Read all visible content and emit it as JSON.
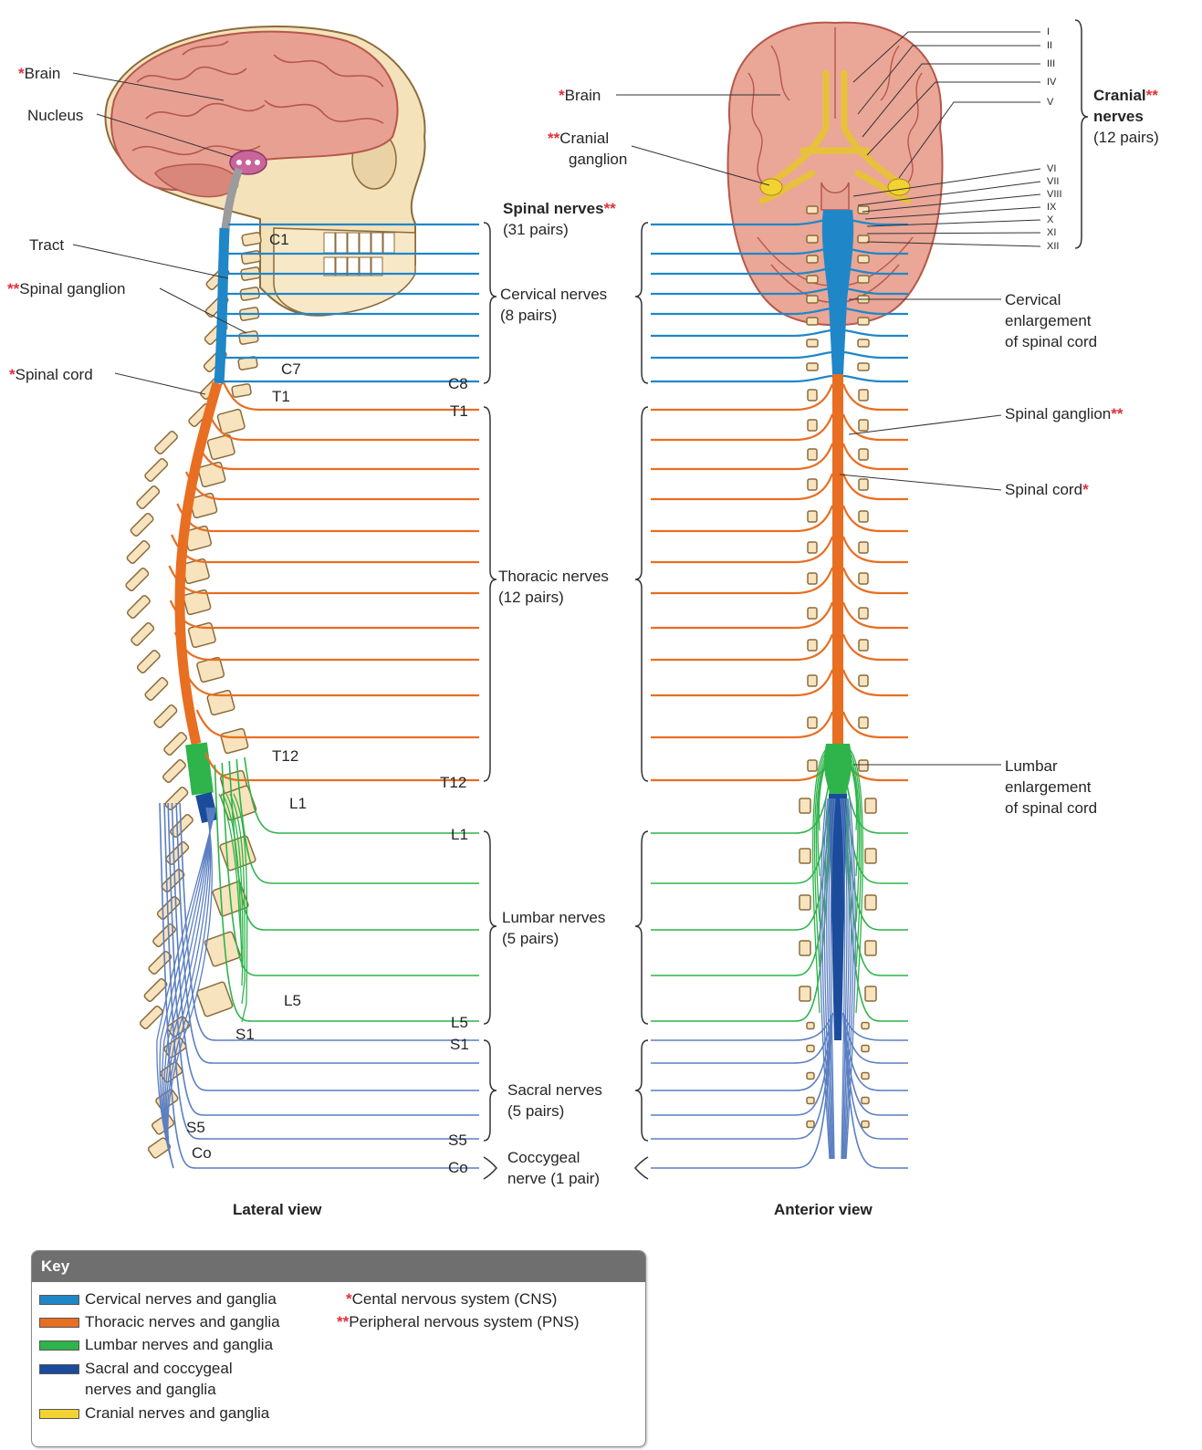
{
  "lateral": {
    "brain": "Brain",
    "nucleus": "Nucleus",
    "tract": "Tract",
    "spinal_ganglion": "Spinal ganglion",
    "spinal_cord": "Spinal cord",
    "vertebra_labels": [
      "C1",
      "C7",
      "T1",
      "T12",
      "L1",
      "L5",
      "S1",
      "S5",
      "Co"
    ],
    "view_title": "Lateral view"
  },
  "center": {
    "spinal_nerves": "Spinal nerves",
    "spinal_nerves_count": "(31 pairs)",
    "cervical": "Cervical nerves",
    "cervical_count": "(8 pairs)",
    "thoracic": "Thoracic nerves",
    "thoracic_count": "(12 pairs)",
    "lumbar": "Lumbar nerves",
    "lumbar_count": "(5 pairs)",
    "sacral": "Sacral nerves",
    "sacral_count": "(5 pairs)",
    "coccygeal": "Coccygeal",
    "coccygeal_count": "nerve (1 pair)",
    "range_labels": [
      "C8",
      "T1",
      "T12",
      "L1",
      "L5",
      "S1",
      "S5",
      "Co"
    ]
  },
  "anterior": {
    "brain": "Brain",
    "cranial_ganglion_1": "Cranial",
    "cranial_ganglion_2": "ganglion",
    "cranial_nerves_1": "Cranial",
    "cranial_nerves_2": "nerves",
    "cranial_nerves_3": "(12 pairs)",
    "roman": [
      "I",
      "II",
      "III",
      "IV",
      "V",
      "VI",
      "VII",
      "VIII",
      "IX",
      "X",
      "XI",
      "XII"
    ],
    "cervical_enl_1": "Cervical",
    "cervical_enl_2": "enlargement",
    "cervical_enl_3": "of spinal cord",
    "spinal_ganglion": "Spinal ganglion",
    "spinal_cord": "Spinal cord",
    "lumbar_enl_1": "Lumbar",
    "lumbar_enl_2": "enlargement",
    "lumbar_enl_3": "of spinal cord",
    "view_title": "Anterior view"
  },
  "markers": {
    "cns": "*",
    "pns": "**"
  },
  "key": {
    "title": "Key",
    "items": [
      {
        "label": "Cervical nerves and ganglia",
        "color": "#1f87c8"
      },
      {
        "label": "Thoracic nerves and ganglia",
        "color": "#e86e22"
      },
      {
        "label": "Lumbar nerves and ganglia",
        "color": "#2eb44a"
      },
      {
        "label_1": "Sacral and coccygeal",
        "label_2": "nerves and ganglia",
        "color": "#1b4c9c"
      },
      {
        "label": "Cranial nerves and ganglia",
        "color": "#f2d331"
      }
    ],
    "cns": "Cental nervous system (CNS)",
    "pns": "Peripheral nervous system (PNS)"
  },
  "colors": {
    "cervical": "#1f87c8",
    "thoracic": "#e86e22",
    "lumbar": "#2eb44a",
    "sacral": "#1b4c9c",
    "sacral_nerve": "#5b7fc2",
    "cranial": "#f2d331",
    "brain": "#e8a093",
    "bone": "#f7e3bd",
    "asterisk": "#e0323a"
  }
}
